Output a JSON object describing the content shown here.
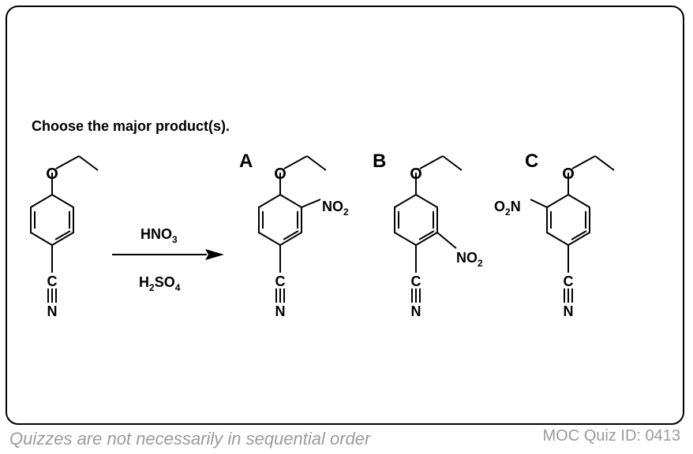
{
  "question": "Choose the major product(s).",
  "reagents": {
    "top": "HNO3",
    "bottom": "H2SO4"
  },
  "options": [
    {
      "label": "A",
      "substituent": "NO2"
    },
    {
      "label": "B",
      "substituent": "NO2"
    },
    {
      "label": "C",
      "substituent": "O2N"
    }
  ],
  "atoms": {
    "oxygen": "O",
    "carbon": "C",
    "nitrogen": "N"
  },
  "footer": {
    "left": "Quizzes are not necessarily in sequential order",
    "right": "MOC Quiz ID: 0413"
  }
}
